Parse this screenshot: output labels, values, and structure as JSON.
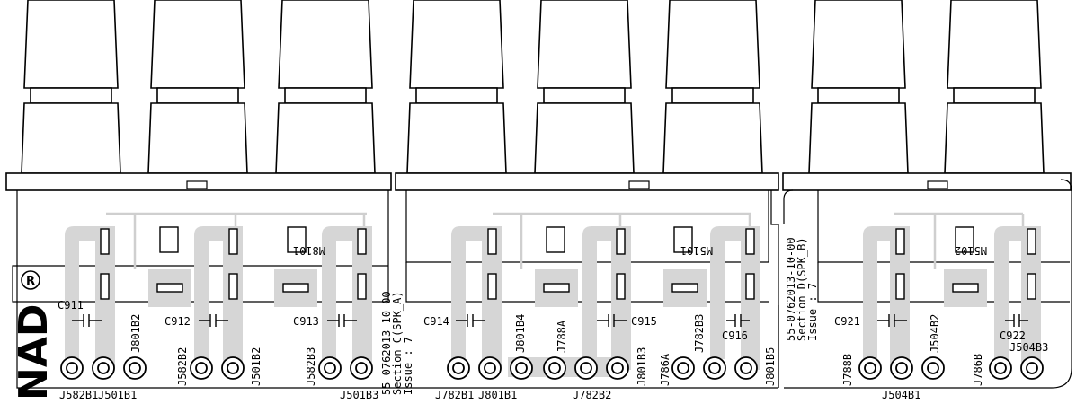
{
  "brand": {
    "logo": "NAD",
    "registered_mark": "R"
  },
  "sections": [
    {
      "pcb_number": "55-0762013-10-00",
      "section": "Section C(SPK_A)",
      "issue": "Issue : 7"
    },
    {
      "pcb_number": "55-0762013-10-00",
      "section": "Section D(SPK_B)",
      "issue": "Issue : 7"
    }
  ],
  "modules": [
    "M8101",
    "M5101",
    "M5102"
  ],
  "capacitors": {
    "C911": "C911",
    "C912": "C912",
    "C913": "C913",
    "C914": "C914",
    "C915": "C915",
    "C916": "C916",
    "C921": "C921",
    "C922": "C922"
  },
  "jumpers": {
    "J582B1": "J582B1",
    "J501B1": "J501B1",
    "J801B2": "J801B2",
    "J582B2": "J582B2",
    "J501B2": "J501B2",
    "J582B3": "J582B3",
    "J501B3": "J501B3",
    "J782B1": "J782B1",
    "J801B1": "J801B1",
    "J801B4": "J801B4",
    "J788A": "J788A",
    "J782B2": "J782B2",
    "J801B3": "J801B3",
    "J786A": "J786A",
    "J782B3": "J782B3",
    "J801B5": "J801B5",
    "J788B": "J788B",
    "J504B1": "J504B1",
    "J504B2": "J504B2",
    "J786B": "J786B",
    "J504B3": "J504B3"
  }
}
